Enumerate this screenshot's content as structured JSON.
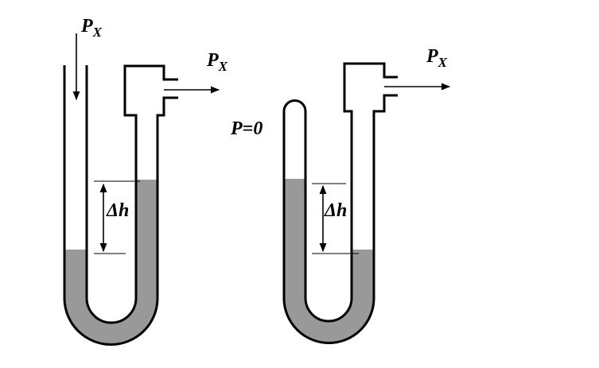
{
  "diagram": {
    "colors": {
      "liquid": "#999999",
      "outline": "#000000",
      "background": "#ffffff"
    },
    "left_manometer": {
      "inlet_label": {
        "base": "P",
        "sub": "X"
      },
      "outlet_label": {
        "base": "P",
        "sub": "X"
      },
      "height_label": "Δh"
    },
    "right_manometer": {
      "closed_end_label": "P=0",
      "outlet_label": {
        "base": "P",
        "sub": "X"
      },
      "height_label": "Δh"
    }
  }
}
